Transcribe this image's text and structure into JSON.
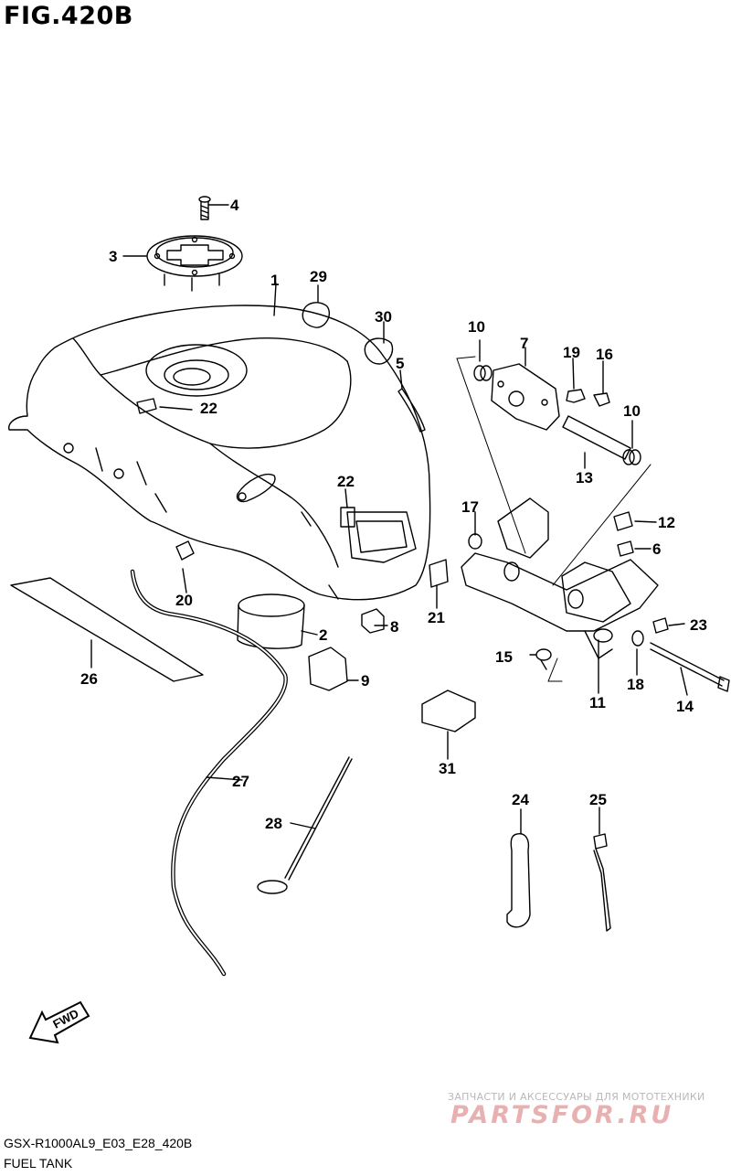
{
  "figure": {
    "title": "FIG.420B",
    "model_code": "GSX-R1000AL9_E03_E28_420B",
    "caption": "FUEL TANK"
  },
  "direction_arrow": {
    "label": "FWD"
  },
  "watermark": {
    "tagline": "ЗАПЧАСТИ И АКСЕССУАРЫ ДЛЯ МОТОТЕХНИКИ",
    "brand": "PARTSFOR.RU"
  },
  "callouts": [
    {
      "id": "c1",
      "label": "1"
    },
    {
      "id": "c2",
      "label": "2"
    },
    {
      "id": "c3",
      "label": "3"
    },
    {
      "id": "c4",
      "label": "4"
    },
    {
      "id": "c5",
      "label": "5"
    },
    {
      "id": "c6",
      "label": "6"
    },
    {
      "id": "c7",
      "label": "7"
    },
    {
      "id": "c8",
      "label": "8"
    },
    {
      "id": "c9",
      "label": "9"
    },
    {
      "id": "c10a",
      "label": "10"
    },
    {
      "id": "c10b",
      "label": "10"
    },
    {
      "id": "c11",
      "label": "11"
    },
    {
      "id": "c12",
      "label": "12"
    },
    {
      "id": "c13",
      "label": "13"
    },
    {
      "id": "c14",
      "label": "14"
    },
    {
      "id": "c15",
      "label": "15"
    },
    {
      "id": "c16",
      "label": "16"
    },
    {
      "id": "c17",
      "label": "17"
    },
    {
      "id": "c18",
      "label": "18"
    },
    {
      "id": "c19",
      "label": "19"
    },
    {
      "id": "c20",
      "label": "20"
    },
    {
      "id": "c21",
      "label": "21"
    },
    {
      "id": "c22a",
      "label": "22"
    },
    {
      "id": "c22b",
      "label": "22"
    },
    {
      "id": "c23",
      "label": "23"
    },
    {
      "id": "c24",
      "label": "24"
    },
    {
      "id": "c25",
      "label": "25"
    },
    {
      "id": "c26",
      "label": "26"
    },
    {
      "id": "c27",
      "label": "27"
    },
    {
      "id": "c28",
      "label": "28"
    },
    {
      "id": "c29",
      "label": "29"
    },
    {
      "id": "c30",
      "label": "30"
    },
    {
      "id": "c31",
      "label": "31"
    }
  ]
}
